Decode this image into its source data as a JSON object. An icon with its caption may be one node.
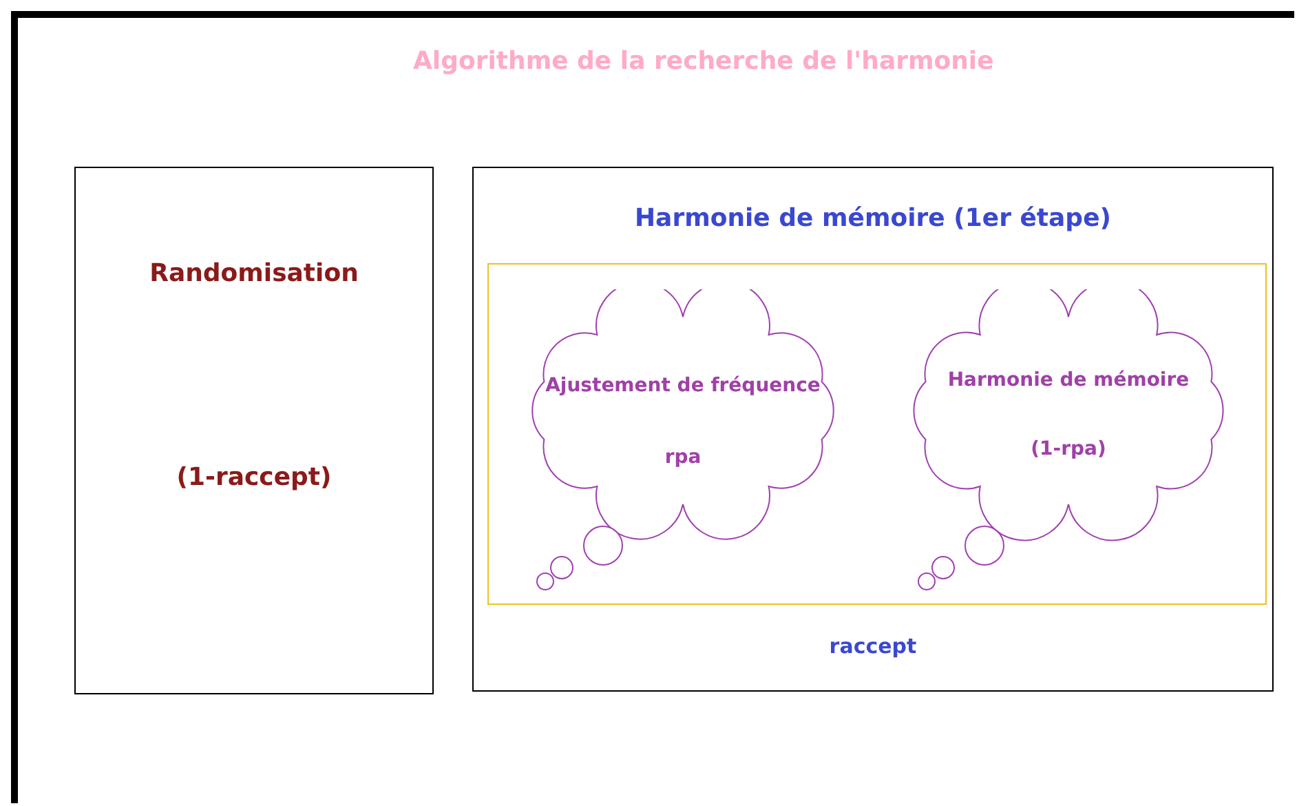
{
  "diagram": {
    "title": "Algorithme de la recherche de l'harmonie",
    "nodes": [
      {
        "text": [
          "Randomisation",
          "(1-raccept)"
        ]
      },
      {
        "text": [
          "Harmonie de mémoire (1er étape)",
          "raccept"
        ]
      },
      {
        "text": [],
        "shape": "box",
        "in": 1
      },
      {
        "text": [
          "Ajustement de fréquence",
          "rpa"
        ],
        "in": 2
      },
      {
        "text": [
          "Harmonie de mémoire",
          "(1-rpa)"
        ],
        "in": 2
      }
    ],
    "edges": []
  }
}
